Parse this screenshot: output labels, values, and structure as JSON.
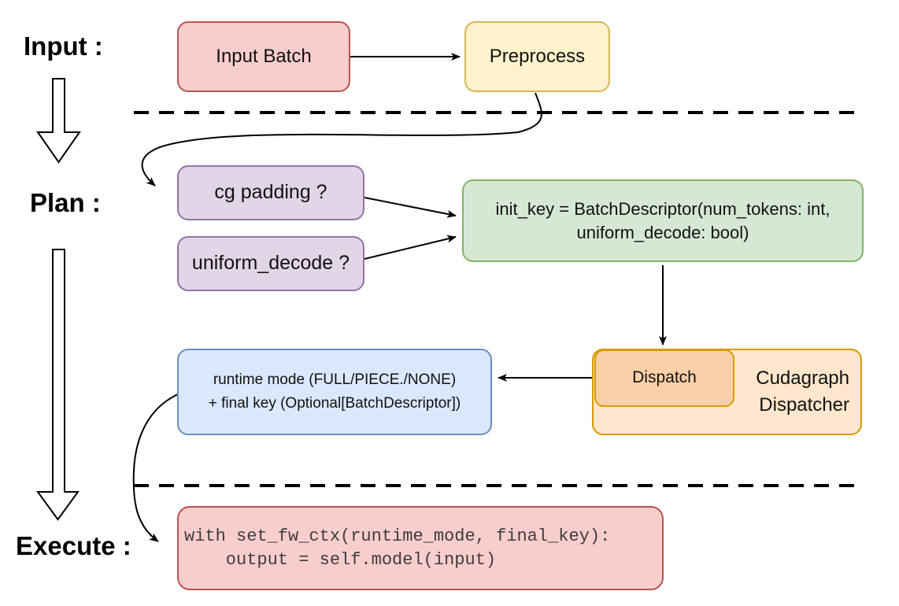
{
  "headings": {
    "input": "Input :",
    "plan": "Plan :",
    "execute": "Execute :"
  },
  "nodes": {
    "input_batch": {
      "label": "Input Batch",
      "fill": "#f8cecc",
      "stroke": "#b85450"
    },
    "preprocess": {
      "label": "Preprocess",
      "fill": "#fff2cc",
      "stroke": "#d6b656"
    },
    "cg_padding": {
      "label": "cg padding ?",
      "fill": "#e1d5e7",
      "stroke": "#9673a6"
    },
    "uniform_decode": {
      "label": "uniform_decode ?",
      "fill": "#e1d5e7",
      "stroke": "#9673a6"
    },
    "init_key": {
      "line1": "init_key = BatchDescriptor(num_tokens: int,",
      "line2": "uniform_decode: bool)",
      "fill": "#d5e8d4",
      "stroke": "#82b366"
    },
    "runtime": {
      "line1": "runtime mode (FULL/PIECE./NONE)",
      "line2": "+ final key (Optional[BatchDescriptor])",
      "fill": "#dae8fc",
      "stroke": "#6c8ebf"
    },
    "dispatch": {
      "label": "Dispatch",
      "fill": "#fad0a9",
      "stroke": "#d79b00"
    },
    "cudagraph": {
      "line1": "Cudagraph",
      "line2": "Dispatcher",
      "fill": "#ffe6cc",
      "stroke": "#d79b00"
    },
    "execute_code": {
      "line1": "with set_fw_ctx(runtime_mode, final_key):",
      "line2": "    output = self.model(input)",
      "fill": "#f8cecc",
      "stroke": "#b85450"
    }
  },
  "connector_color": "#000000"
}
